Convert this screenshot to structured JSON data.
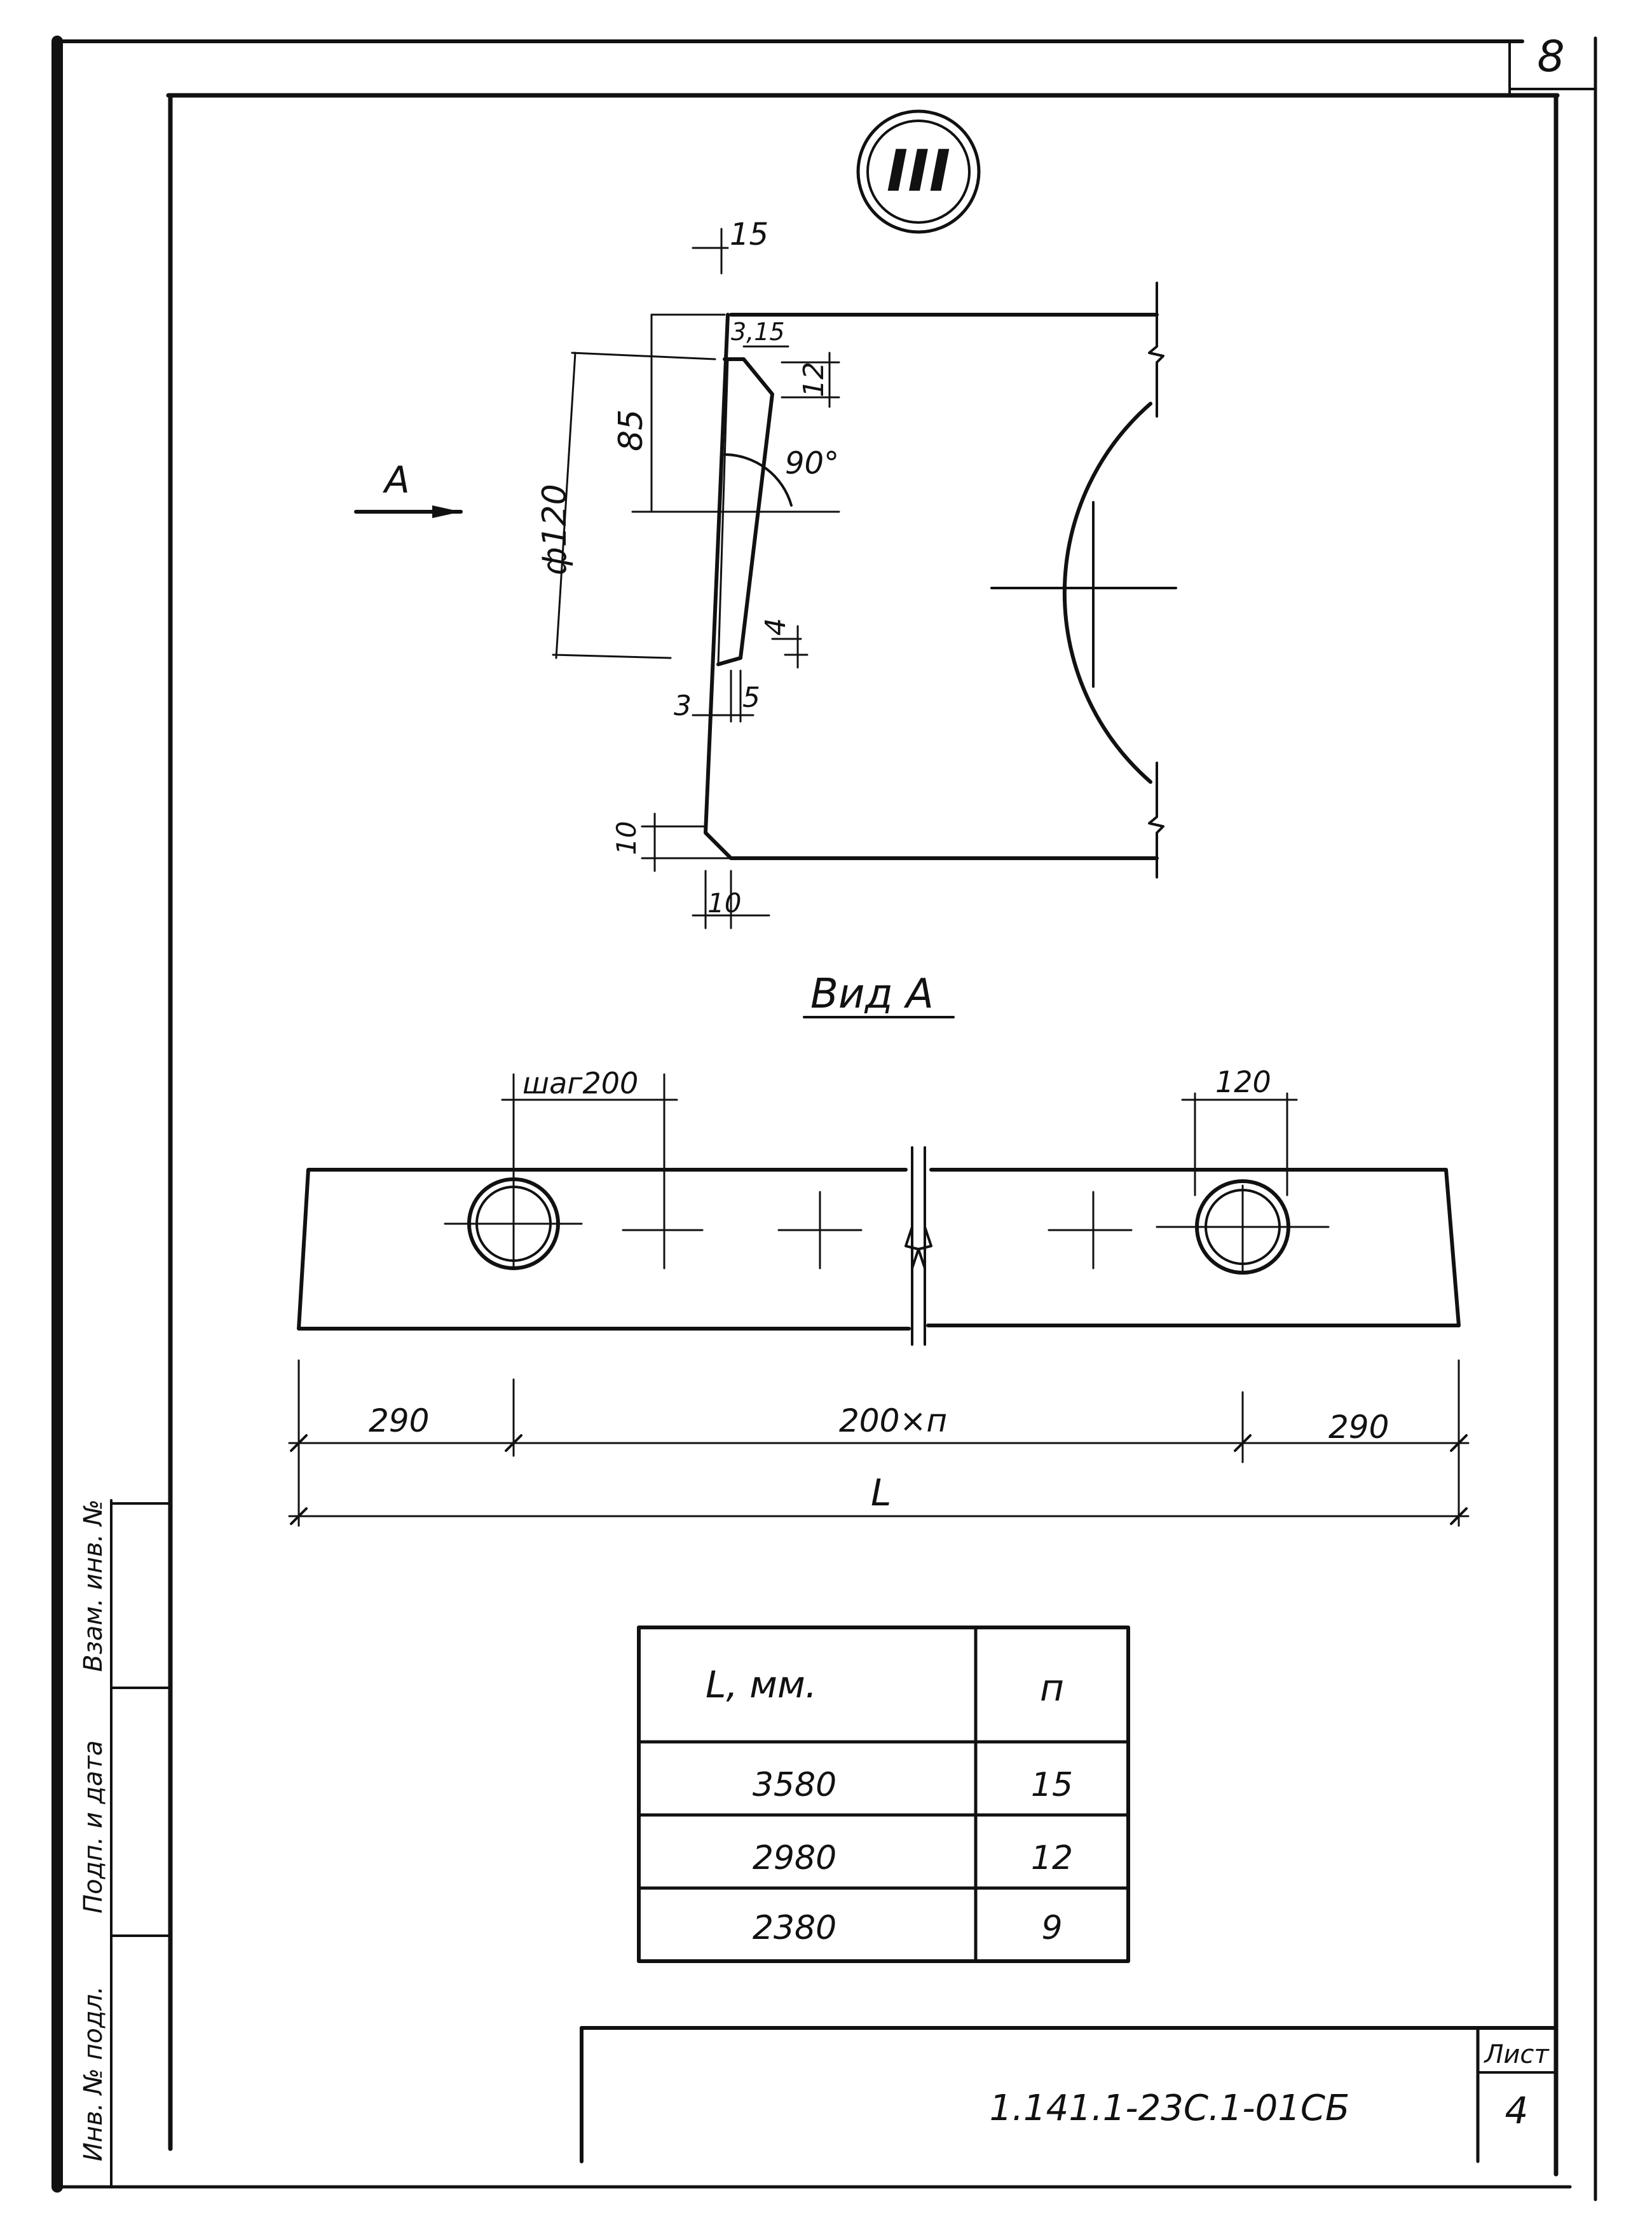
{
  "sheet_number": "8",
  "section_mark": "III",
  "view_arrow_label": "A",
  "view_title": "Вид А",
  "detail_dims": {
    "top_offset": "15",
    "chamfer_top": "3,15",
    "chamfer_side": "12",
    "height_85": "85",
    "angle": "90°",
    "diameter": "ф120",
    "small_4": "4",
    "small_3": "3",
    "small_5": "5",
    "corner_v": "10",
    "corner_h": "10"
  },
  "plan_dims": {
    "step": "шаг200",
    "hole": "120",
    "end_left": "290",
    "middle": "200×п",
    "end_right": "290",
    "total": "L"
  },
  "table": {
    "headers": [
      "L, мм.",
      "п"
    ],
    "rows": [
      [
        "3580",
        "15"
      ],
      [
        "2980",
        "12"
      ],
      [
        "2380",
        "9"
      ]
    ]
  },
  "side_stamps": [
    "Инв. № подл.",
    "Подп. и дата",
    "Взам. инв. №"
  ],
  "title_block": {
    "doc_code": "1.141.1-23С.1-01СБ",
    "list_label": "Лист",
    "list_number": "4"
  }
}
